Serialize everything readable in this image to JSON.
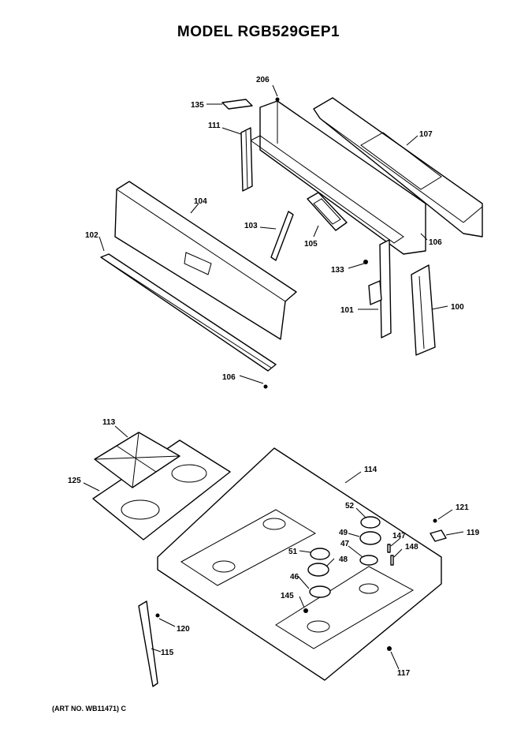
{
  "title": "MODEL RGB529GEP1",
  "art_number": "(ART NO. WB11471) C",
  "parts": {
    "p206": "206",
    "p135": "135",
    "p111": "111",
    "p107": "107",
    "p104": "104",
    "p102": "102",
    "p103": "103",
    "p105": "105",
    "p106a": "106",
    "p133": "133",
    "p101": "101",
    "p100": "100",
    "p106b": "106",
    "p113": "113",
    "p125": "125",
    "p114": "114",
    "p52": "52",
    "p121": "121",
    "p49": "49",
    "p147": "147",
    "p119": "119",
    "p47": "47",
    "p148": "148",
    "p51": "51",
    "p48": "48",
    "p46": "46",
    "p145": "145",
    "p120": "120",
    "p115": "115",
    "p117": "117"
  }
}
